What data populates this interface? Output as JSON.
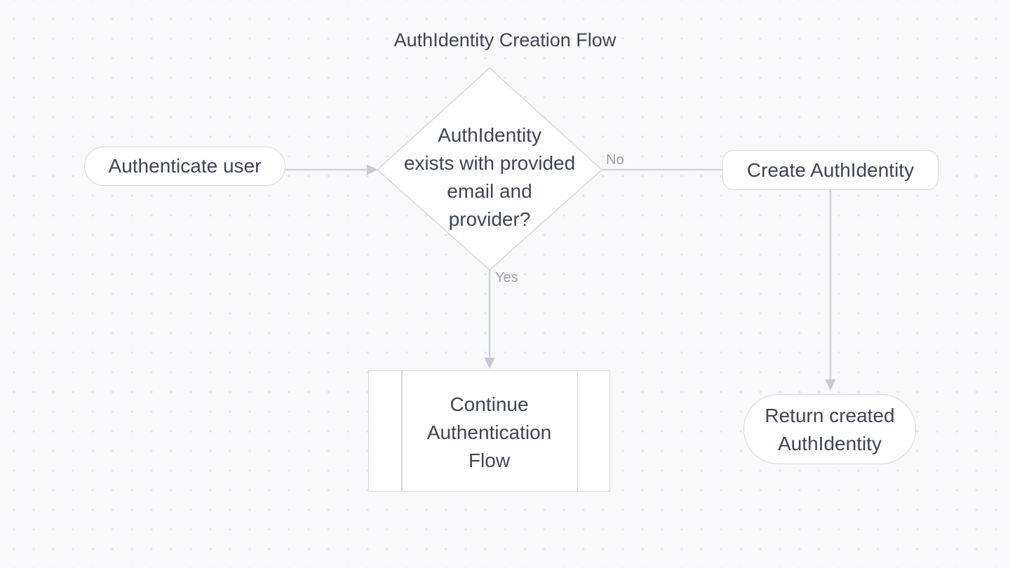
{
  "title": "AuthIdentity Creation Flow",
  "canvas": {
    "background_color": "#f9f9fb",
    "dot_grid_color": "#e4e6ea"
  },
  "colors": {
    "node_fill": "#ffffff",
    "node_border": "#d6d9de",
    "edge_line": "#d1d4db",
    "arrowhead": "#c6cad2",
    "node_text": "#3e4554",
    "edge_label_text": "#9aa0ab"
  },
  "nodes": {
    "authenticate": {
      "shape": "stadium",
      "label": "Authenticate user"
    },
    "decision": {
      "shape": "diamond",
      "label": "AuthIdentity exists with provided email and provider?",
      "lines": [
        "AuthIdentity",
        "exists with provided",
        "email and",
        "provider?"
      ]
    },
    "create": {
      "shape": "rounded-rectangle",
      "label": "Create AuthIdentity"
    },
    "continue_flow": {
      "shape": "subroutine",
      "label": "Continue Authentication Flow",
      "lines": [
        "Continue",
        "Authentication",
        "Flow"
      ]
    },
    "return_created": {
      "shape": "stadium",
      "label": "Return created AuthIdentity",
      "lines": [
        "Return created",
        "AuthIdentity"
      ]
    }
  },
  "edges": [
    {
      "from": "authenticate",
      "to": "decision",
      "arrowhead": true
    },
    {
      "from": "decision",
      "to": "create",
      "label": "No",
      "arrowhead": false
    },
    {
      "from": "decision",
      "to": "continue_flow",
      "label": "Yes",
      "arrowhead": true
    },
    {
      "from": "create",
      "to": "return_created",
      "arrowhead": true
    }
  ]
}
